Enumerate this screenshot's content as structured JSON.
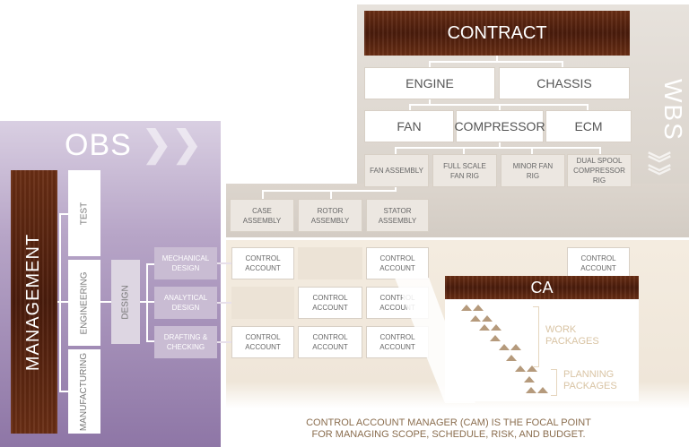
{
  "obs": {
    "title": "OBS",
    "management": "MANAGEMENT",
    "functions": [
      "TEST",
      "ENGINEERING",
      "MANUFACTURING"
    ],
    "design": "DESIGN",
    "design_groups": [
      "MECHANICAL DESIGN",
      "ANALYTICAL DESIGN",
      "DRAFTING & CHECKING"
    ]
  },
  "wbs": {
    "title": "WBS",
    "contract": "CONTRACT",
    "level2": [
      "ENGINE",
      "CHASSIS"
    ],
    "level3": [
      "FAN",
      "COMPRESSOR",
      "ECM"
    ],
    "level4": [
      "FAN ASSEMBLY",
      "FULL SCALE FAN RIG",
      "MINOR FAN RIG",
      "DUAL SPOOL COMPRESSOR RIG"
    ],
    "level5": [
      "CASE ASSEMBLY",
      "ROTOR ASSEMBLY",
      "STATOR ASSEMBLY"
    ]
  },
  "control_account_label": "CONTROL ACCOUNT",
  "ca": {
    "title": "CA",
    "work_packages": "WORK PACKAGES",
    "planning_packages": "PLANNING PACKAGES"
  },
  "caption": {
    "line1": "CONTROL ACCOUNT MANAGER (CAM) IS THE FOCAL POINT",
    "line2": "FOR MANAGING SCOPE, SCHEDULE, RISK, AND BUDGET."
  },
  "colors": {
    "wood": "#5a2410",
    "obs_purple": "#8e76a6",
    "wbs_gray": "#d6cfc7",
    "ca_tan": "#b59a7c"
  }
}
